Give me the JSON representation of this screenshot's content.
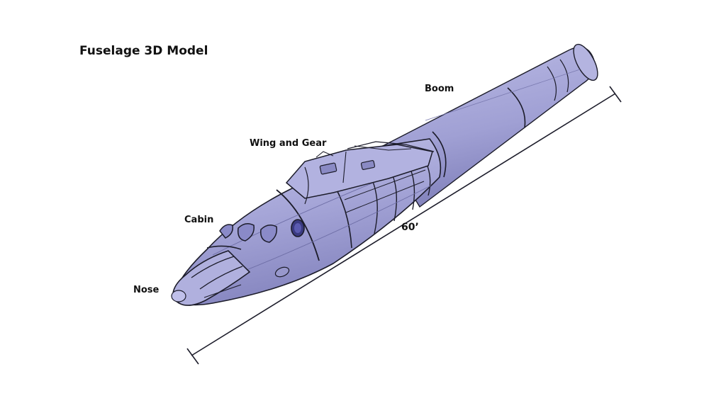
{
  "title": "Fuselage 3D Model",
  "labels": {
    "boom": "Boom",
    "wing_and_gear": "Wing and Gear",
    "cabin": "Cabin",
    "nose": "Nose"
  },
  "dimension": {
    "length": "60’"
  },
  "colors": {
    "background": "#ffffff",
    "fuselage_fill": "#a6a6d8",
    "fuselage_shadow": "#8c8cc4",
    "fuselage_highlight": "#c8c8ec",
    "outline": "#1c1c2a",
    "window": "#3a3a80"
  }
}
